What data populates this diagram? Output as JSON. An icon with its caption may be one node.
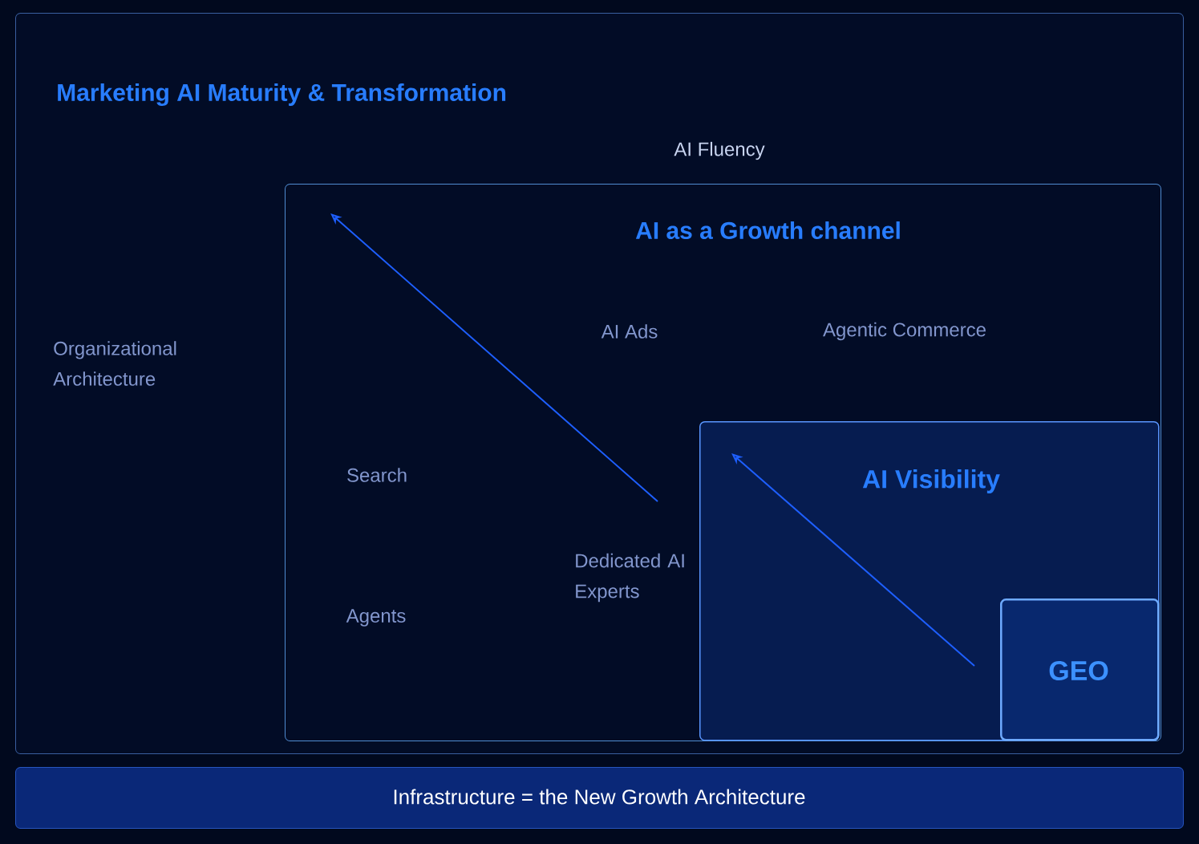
{
  "diagram": {
    "title": "Marketing AI Maturity & Transformation",
    "nodes": [
      {
        "text": [],
        "shape": "box"
      },
      {
        "text": [
          "AI as a Growth channel"
        ],
        "in": 0
      },
      {
        "text": [
          "AI Visibility"
        ],
        "in": 1
      },
      {
        "text": [
          "GEO"
        ],
        "in": 2
      },
      {
        "text": [
          "Infrastructure = the New Growth Architecture"
        ]
      }
    ],
    "labels": [
      "AI Fluency",
      "Organizational Architecture",
      "AI Ads",
      "Agentic Commerce",
      "Search",
      "Dedicated AI Experts",
      "Agents"
    ]
  }
}
